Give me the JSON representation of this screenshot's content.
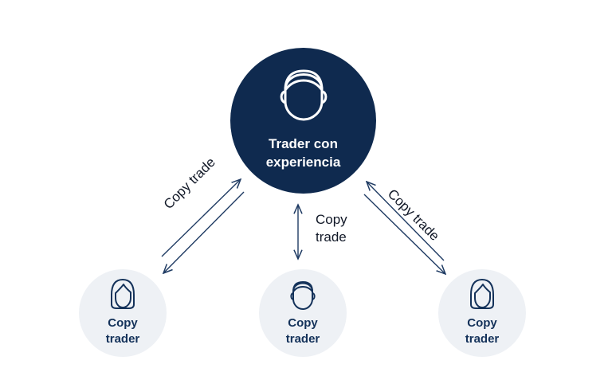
{
  "main_node": {
    "label": "Trader con experiencia",
    "icon": "man-face-icon",
    "color": "#0f2a4f"
  },
  "followers": [
    {
      "label": "Copy trader",
      "icon": "woman-face-icon"
    },
    {
      "label": "Copy trader",
      "icon": "man-face-icon"
    },
    {
      "label": "Copy trader",
      "icon": "woman-face-icon"
    }
  ],
  "edges": [
    {
      "label": "Copy trade"
    },
    {
      "label": "Copy trade"
    },
    {
      "label": "Copy trade"
    }
  ],
  "colors": {
    "node_dark": "#0f2a4f",
    "node_light": "#eef1f5",
    "arrow": "#1f3b63"
  }
}
